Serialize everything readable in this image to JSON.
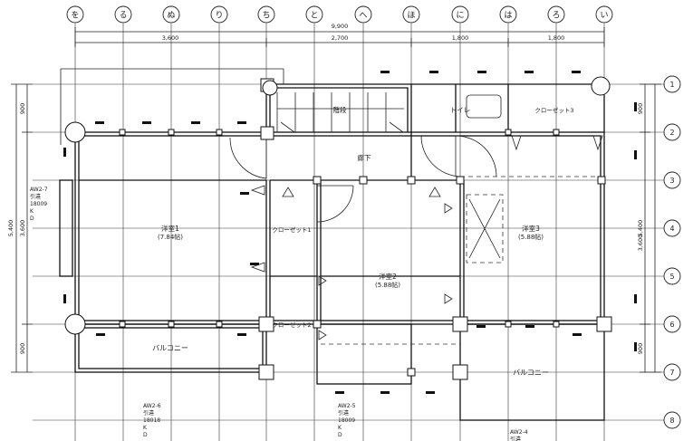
{
  "grid_x_labels": [
    "を",
    "る",
    "ぬ",
    "り",
    "ち",
    "と",
    "へ",
    "ほ",
    "に",
    "は",
    "ろ",
    "い"
  ],
  "grid_y_labels": [
    "1",
    "2",
    "3",
    "4",
    "5",
    "6",
    "7",
    "8"
  ],
  "dimensions": {
    "overall_top": "9,900",
    "top_spans": [
      "3,600",
      "2,700",
      "1,800",
      "1,800"
    ],
    "left_overall": "5,400",
    "left_spans": [
      "900",
      "3,600",
      "900"
    ],
    "right_overall": "5,400",
    "right_spans": [
      "900",
      "3,600",
      "900"
    ]
  },
  "rooms": {
    "stair": "階段",
    "toilet": "トイレ",
    "closet3": "クローゼット3",
    "hall": "廊下",
    "room1": "洋室1",
    "room1_size": "(7.84帖)",
    "closet1": "クローゼット1",
    "room2": "洋室2",
    "room2_size": "(5.88帖)",
    "room3": "洋室3",
    "room3_size": "(5.88帖)",
    "closet2": "クローゼット2",
    "balcony_left": "バルコニー",
    "balcony_right": "バルコニー"
  },
  "notes": {
    "aw27": [
      "AW2-7",
      "引違",
      "18009",
      "K",
      "D"
    ],
    "aw26": [
      "AW2-6",
      "引違",
      "18018",
      "K",
      "D"
    ],
    "aw25": [
      "AW2-5",
      "引違",
      "18009",
      "K",
      "D"
    ],
    "aw24": [
      "AW2-4",
      "引違"
    ]
  }
}
